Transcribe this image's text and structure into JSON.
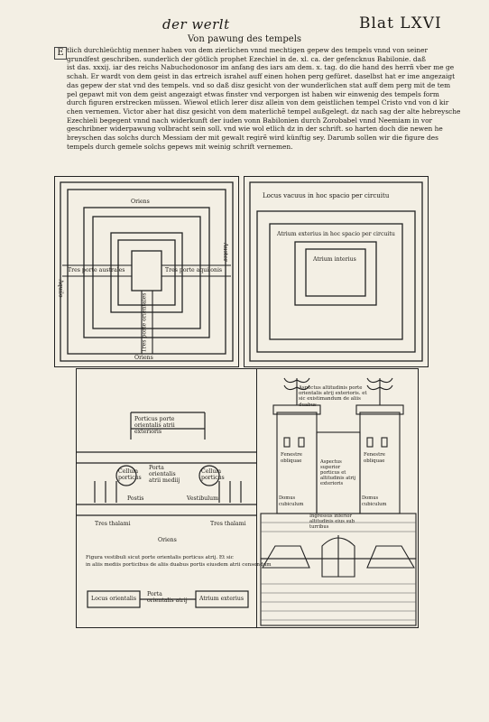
{
  "header": {
    "left": "der werlt",
    "right": "Blat LXVI"
  },
  "subtitle": "Von pawung des tempels",
  "dropcap": "E",
  "body": [
    "tlich durchleüchtig menner haben von dem zierlichen vnnd mechtigen gepew des tempels vnnd von seiner",
    "grundfest geschriben. sunderlich der götlich prophet Ezechiel in de. xl. ca. der gefencknus Babilonie. daß",
    "ist das. xxxij. iar des reichs Nabuchodonosor im anfang des iars am dem. x. tag. do die hand des herrñ vber me ge",
    "schah. Er wardt von dem geist in das ertreich israhel auff einen hohen perg gefüret. daselbst hat er ime angezaigt",
    "das gepew der stat vnd des tempels. vnd so daß disz gesicht von der wunderlichen stat auff dem perg mit de tem",
    "pel gepawt mit von dem geist angezaigt etwas finster vnd verporgen ist haben wir einwenig des tempels form",
    "durch figuren erstrecken müssen. Wiewol etlich lerer disz allein von dem geistlichen tempel Cristo vnd von d kir",
    "chen vernemen. Victor aber hat disz gesicht von dem materlichẽ tempel außgelegt. dz nach sag der alte hebreysche",
    "Ezechieli begegent vnnd nach widerkunft der iuden vonn Babilonien durch Zorobabel vnnd Neemiam in vor",
    "geschribner widerpawung volbracht sein soll. vnd wie wol etlich dz in der schrift. so harten doch die newen he",
    "breyschen das solchs durch Messiam der mit gewalt regirẽ wird künftig sey. Darumb sollen wir die figure des",
    "tempels durch gemele solchs gepews mit weinig schrift vernemen."
  ],
  "diagram1": {
    "top": "Oriens",
    "bottom": "Oriens",
    "left_side": "Aquilo",
    "right_side": "Auster",
    "porta_left": "Tres porte australes",
    "porta_right": "Tres porte aquilonis",
    "porta_center": "Tres porte orientales"
  },
  "diagram2": {
    "outer": "Locus vacuus in hoc spacio per circuitu",
    "middle": "Atrium exterius in hoc spacio per circuitu",
    "inner": "Atrium interius"
  },
  "diagram3": {
    "porta_orientalis": "Porticus porte orientalis atrii exterioris",
    "cellula_left": "Cellula porticus",
    "cellula_right": "Cellula porticus",
    "porta_center": "Porta orientalis atrii mediij",
    "vestibulum": "Vestibulum",
    "postis": "Postis",
    "thalami_left": "Tres thalami",
    "thalami_right": "Tres thalami",
    "oriens": "Oriens",
    "note_line1": "Figura vestibuli sicut porte orientalis porticus atrij. Et sic",
    "note_line2": "in aliis mediis porticibus de aliis duabus portis eiusdem atrii censendum",
    "box_left": "Locus orientalis",
    "box_center": "Porta orientalis atrij",
    "box_right": "Atrium exterius"
  },
  "diagram4": {
    "top_label": "Aspectus altitudinis porte orientalis atrij exterioris. et sic existimandum de aliis duabus",
    "left_window": "Fenestre obliquae",
    "right_window": "Fenestre obliquae",
    "middle_label": "Aspectus superior porticus et altitudinis atrij exterioris",
    "left_door": "Domus cubiculum",
    "right_door": "Domus cubiculum",
    "gate_label": "Ingressus inferior altitudinis eius sub turribus"
  }
}
